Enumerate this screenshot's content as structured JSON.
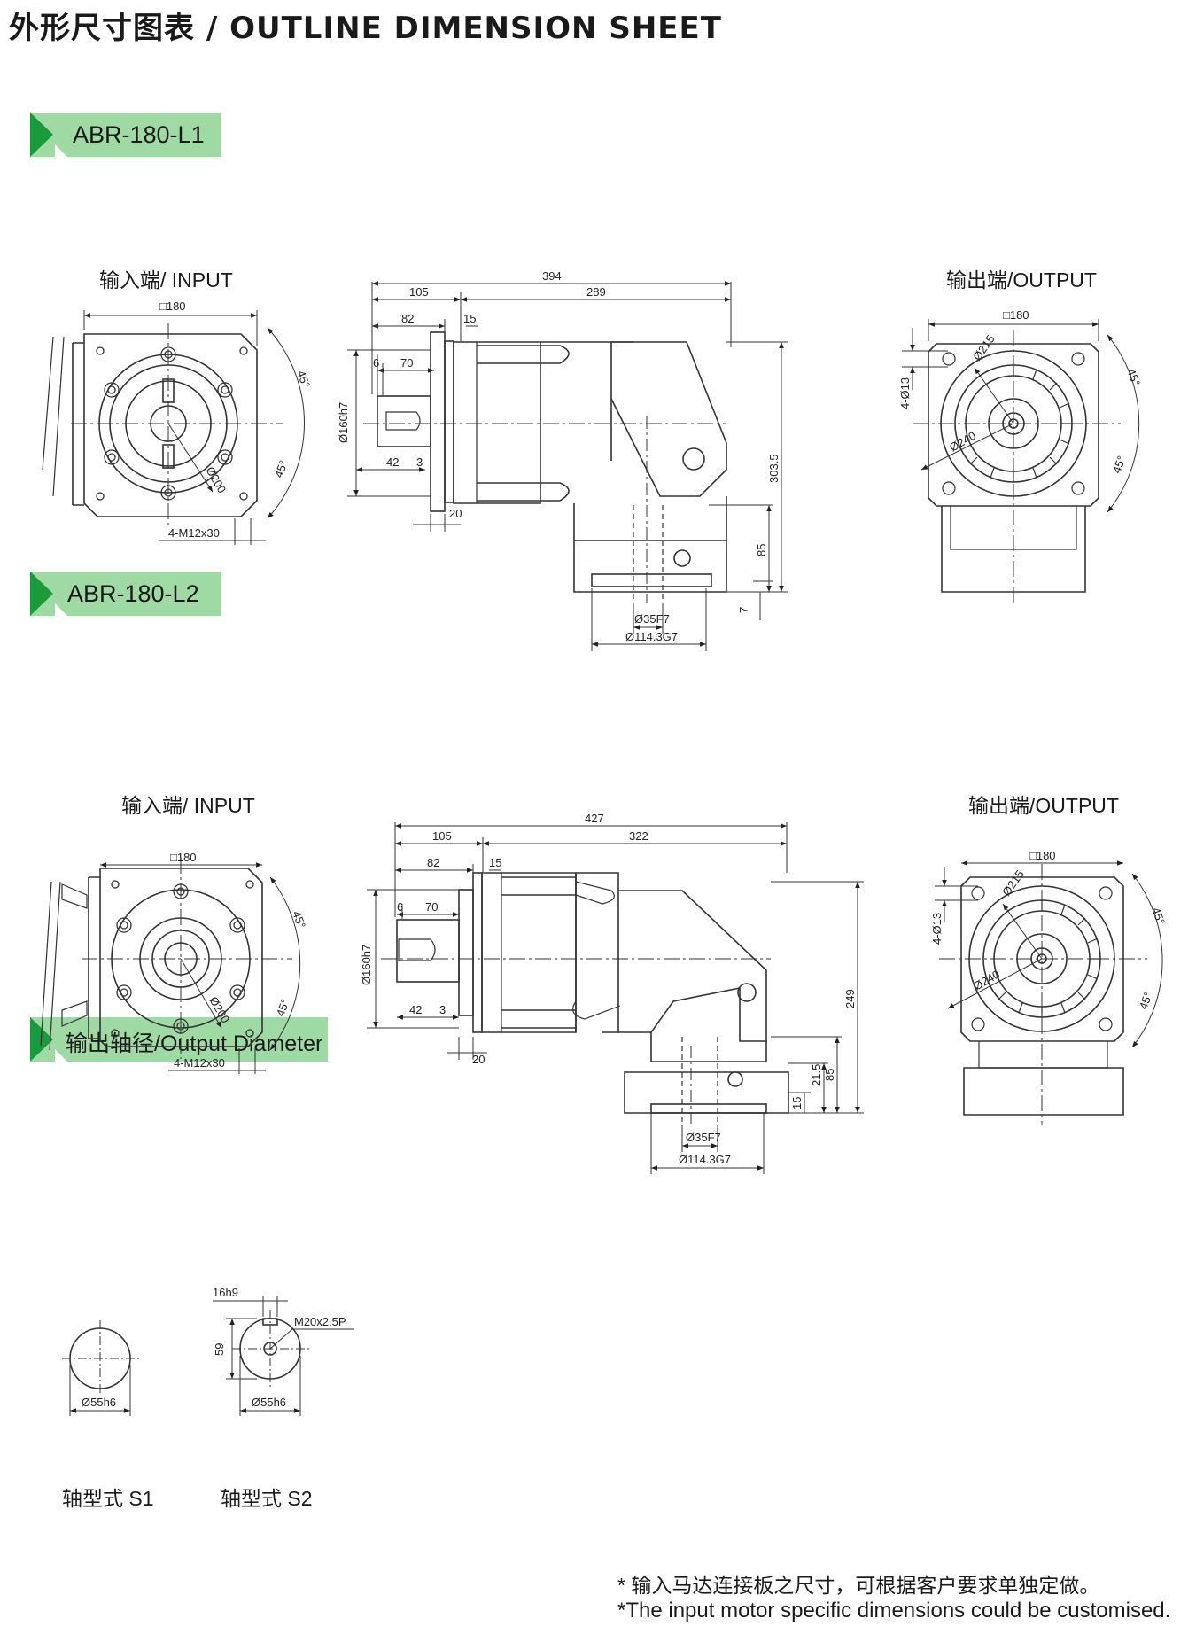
{
  "header": {
    "title": "外形尺寸图表 / OUTLINE DIMENSION SHEET"
  },
  "sections": {
    "l1": {
      "tag": "ABR-180-L1",
      "input_label": "输入端/ INPUT",
      "output_label": "输出端/OUTPUT"
    },
    "l2": {
      "tag": "ABR-180-L2",
      "input_label": "输入端/ INPUT",
      "output_label": "输出端/OUTPUT"
    },
    "shaft": {
      "tag": "输出轴径/Output Diameter",
      "s1_label": "轴型式 S1",
      "s2_label": "轴型式 S2"
    }
  },
  "dims": {
    "sq180": "□180",
    "a45": "45°",
    "d200": "Ø200",
    "m12": "4-M12x30",
    "d215": "Ø215",
    "d240": "Ø240",
    "h13": "4-Ø13",
    "d160": "Ø160h7",
    "d35": "Ø35F7",
    "d114": "Ø114.3G7",
    "l1_total": "394",
    "l2_total": "427",
    "v105": "105",
    "l1_289": "289",
    "l2_322": "322",
    "v82": "82",
    "v15": "15",
    "v6": "6",
    "v70": "70",
    "v42": "42",
    "v3": "3",
    "v20": "20",
    "l1_h": "303.5",
    "v85": "85",
    "v7": "7",
    "l2_h": "249",
    "v215": "21.5",
    "key16": "16h9",
    "h59": "59",
    "m20": "M20x2.5P",
    "d55": "Ø55h6"
  },
  "footnote": {
    "cn": "* 输入马达连接板之尺寸，可根据客户要求单独定做。",
    "en": "*The input motor specific dimensions could be customised."
  }
}
